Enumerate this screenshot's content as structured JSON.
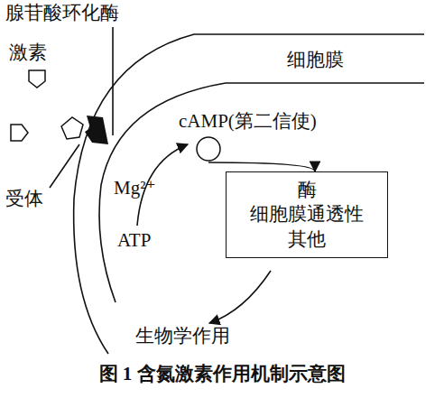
{
  "diagram": {
    "caption": "图 1 含氮激素作用机制示意图",
    "nodes": [
      {
        "text": [
          "cAMP(第二信使)"
        ]
      },
      {
        "text": [
          "酶",
          "细胞膜通透性",
          "其他"
        ]
      }
    ],
    "edges": [
      {
        "from": 0,
        "to": 1,
        "arrow": "to"
      }
    ],
    "labels": [
      "腺苷酸环化酶",
      "激素",
      "细胞膜",
      "受体",
      "Mg²⁺",
      "ATP",
      "生物学作用"
    ]
  }
}
